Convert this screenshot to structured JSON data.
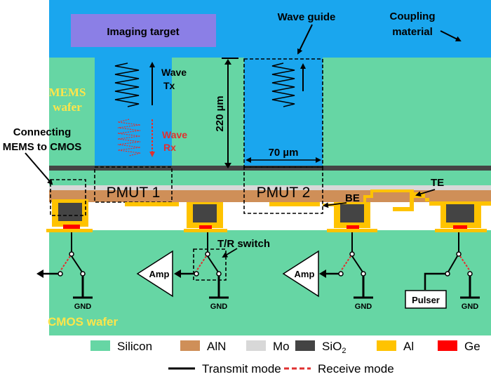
{
  "labels": {
    "imaging_target": "Imaging target",
    "wave_guide": "Wave guide",
    "coupling_line1": "Coupling",
    "coupling_line2": "material",
    "mems_line1": "MEMS",
    "mems_line2": "wafer",
    "wave_tx_line1": "Wave",
    "wave_tx_line2": "Tx",
    "wave_rx_line1": "Wave",
    "wave_rx_line2": "Rx",
    "height_dim": "220 µm",
    "width_dim": "70 µm",
    "connecting_line1": "Connecting",
    "connecting_line2": "MEMS to CMOS",
    "pmut1": "PMUT 1",
    "pmut2": "PMUT 2",
    "te": "TE",
    "be": "BE",
    "tr_switch": "T/R switch",
    "amp1": "Amp",
    "amp2": "Amp",
    "pulser": "Pulser",
    "gnd1": "GND",
    "gnd2": "GND",
    "gnd3": "GND",
    "gnd4": "GND",
    "cmos_wafer": "CMOS wafer"
  },
  "legend": {
    "materials": [
      {
        "name": "Silicon",
        "color": "#66d6a4"
      },
      {
        "name": "AlN",
        "color": "#cf8f58"
      },
      {
        "name": "Mo",
        "color": "#d8d8d8"
      },
      {
        "name": "SiO",
        "sub": "2",
        "color": "#444444"
      },
      {
        "name": "Al",
        "color": "#ffc300"
      },
      {
        "name": "Ge",
        "color": "#ff0000"
      }
    ],
    "modes": [
      {
        "name": "Transmit mode",
        "style": "solid",
        "color": "#000000"
      },
      {
        "name": "Receive mode",
        "style": "dashed",
        "color": "#e03030"
      }
    ]
  },
  "colors": {
    "coupling": "#1aa6ee",
    "silicon": "#66d6a4",
    "target": "#8b7fe6",
    "aln": "#cf8f58",
    "mo": "#d8d8d8",
    "sio2": "#444444",
    "al": "#ffc300",
    "ge": "#ff0000",
    "mems_text": "#ffe54a",
    "rx": "#e03030"
  }
}
